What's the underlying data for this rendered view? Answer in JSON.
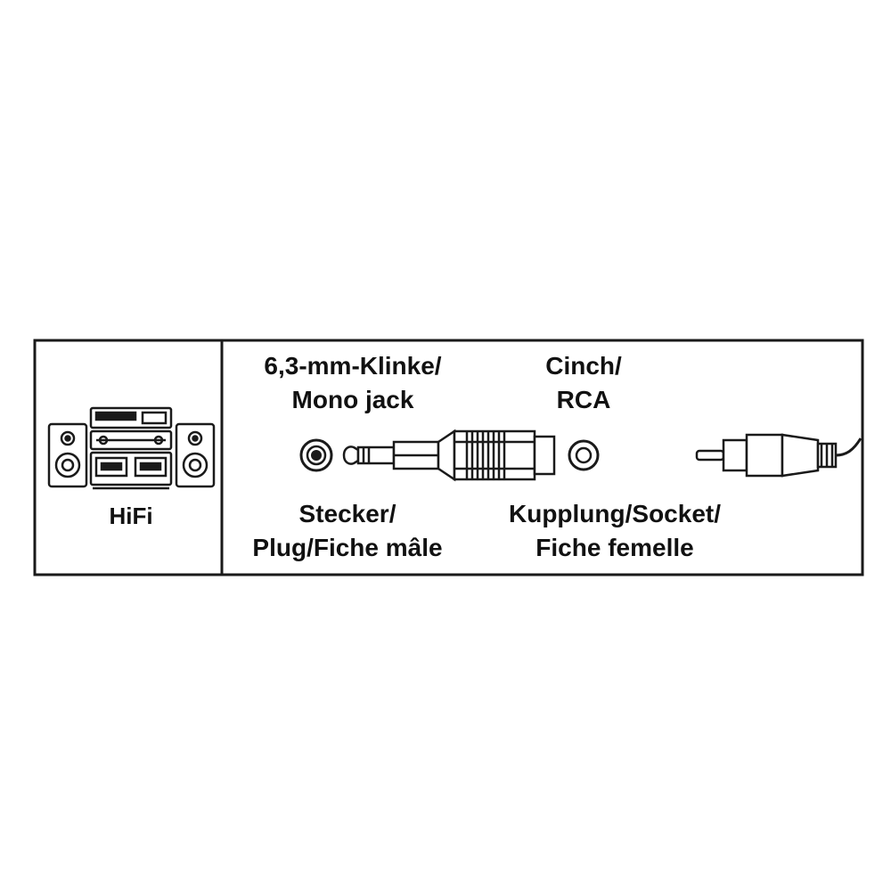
{
  "device": {
    "label": "HiFi",
    "icon": "hifi-stereo-icon"
  },
  "jack": {
    "line1": "6,3-mm-Klinke/",
    "line2": "Mono jack"
  },
  "rca": {
    "line1": "Cinch/",
    "line2": "RCA"
  },
  "plug": {
    "line1": "Stecker/",
    "line2": "Plug/Fiche mâle"
  },
  "socket": {
    "line1": "Kupplung/Socket/",
    "line2": "Fiche femelle"
  },
  "colors": {
    "line": "#1a1a1a",
    "background": "#ffffff"
  }
}
